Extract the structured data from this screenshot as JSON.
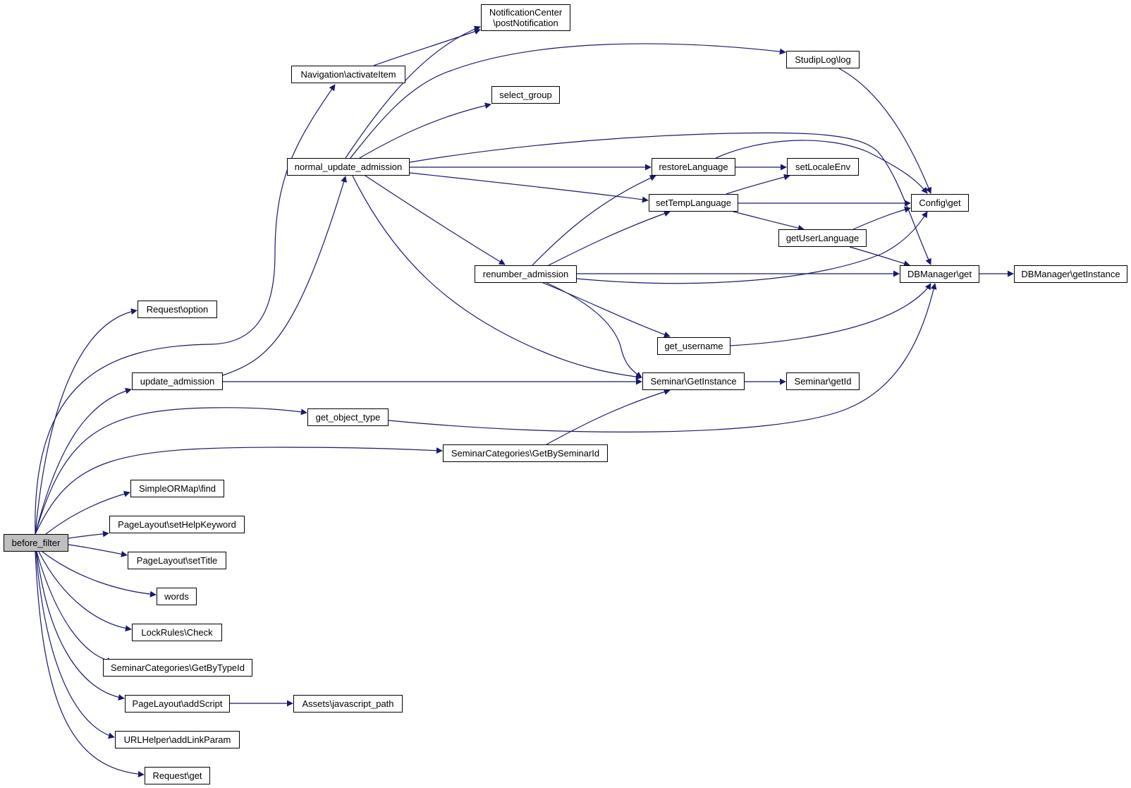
{
  "colors": {
    "edge": "#191970",
    "root_fill": "#bfbfbf",
    "node_fill": "#ffffff",
    "node_border": "#000000"
  },
  "diagram": {
    "type": "call-graph",
    "root": "before_filter",
    "nodes": {
      "before_filter": "before_filter",
      "request_option": "Request\\option",
      "update_admission": "update_admission",
      "simpleormap_find": "SimpleORMap\\find",
      "pagelayout_sethelpkeyword": "PageLayout\\setHelpKeyword",
      "pagelayout_settitle": "PageLayout\\setTitle",
      "words": "words",
      "lockrules_check": "LockRules\\Check",
      "seminarcategories_getbytypeid": "SeminarCategories\\GetByTypeId",
      "pagelayout_addscript": "PageLayout\\addScript",
      "urlhelper_addlinkparam": "URLHelper\\addLinkParam",
      "request_get": "Request\\get",
      "navigation_activateitem": "Navigation\\activateItem",
      "normal_update_admission": "normal_update_admission",
      "get_object_type": "get_object_type",
      "assets_javascript_path": "Assets\\javascript_path",
      "notificationcenter_postnotification": "NotificationCenter\n\\postNotification",
      "select_group": "select_group",
      "renumber_admission": "renumber_admission",
      "seminarcategories_getbyseminarid": "SeminarCategories\\GetBySeminarId",
      "restorelanguage": "restoreLanguage",
      "settemplanguage": "setTempLanguage",
      "get_username": "get_username",
      "seminar_getinstance": "Seminar\\GetInstance",
      "studiplog_log": "StudipLog\\log",
      "setlocaleenv": "setLocaleEnv",
      "getuserlanguage": "getUserLanguage",
      "seminar_getid": "Seminar\\getId",
      "config_get": "Config\\get",
      "dbmanager_get": "DBManager\\get",
      "dbmanager_getinstance": "DBManager\\getInstance"
    },
    "edges": [
      [
        "before_filter",
        "request_option"
      ],
      [
        "before_filter",
        "navigation_activateitem"
      ],
      [
        "before_filter",
        "update_admission"
      ],
      [
        "before_filter",
        "get_object_type"
      ],
      [
        "before_filter",
        "seminarcategories_getbyseminarid"
      ],
      [
        "before_filter",
        "simpleormap_find"
      ],
      [
        "before_filter",
        "pagelayout_sethelpkeyword"
      ],
      [
        "before_filter",
        "pagelayout_settitle"
      ],
      [
        "before_filter",
        "words"
      ],
      [
        "before_filter",
        "lockrules_check"
      ],
      [
        "before_filter",
        "seminarcategories_getbytypeid"
      ],
      [
        "before_filter",
        "pagelayout_addscript"
      ],
      [
        "before_filter",
        "urlhelper_addlinkparam"
      ],
      [
        "before_filter",
        "request_get"
      ],
      [
        "update_admission",
        "normal_update_admission"
      ],
      [
        "update_admission",
        "seminar_getinstance"
      ],
      [
        "navigation_activateitem",
        "notificationcenter_postnotification"
      ],
      [
        "normal_update_admission",
        "notificationcenter_postnotification"
      ],
      [
        "normal_update_admission",
        "studiplog_log"
      ],
      [
        "normal_update_admission",
        "select_group"
      ],
      [
        "normal_update_admission",
        "dbmanager_get"
      ],
      [
        "normal_update_admission",
        "restorelanguage"
      ],
      [
        "normal_update_admission",
        "settemplanguage"
      ],
      [
        "normal_update_admission",
        "renumber_admission"
      ],
      [
        "normal_update_admission",
        "seminar_getinstance"
      ],
      [
        "get_object_type",
        "dbmanager_get"
      ],
      [
        "seminarcategories_getbyseminarid",
        "seminar_getinstance"
      ],
      [
        "pagelayout_addscript",
        "assets_javascript_path"
      ],
      [
        "renumber_admission",
        "restorelanguage"
      ],
      [
        "renumber_admission",
        "settemplanguage"
      ],
      [
        "renumber_admission",
        "dbmanager_get"
      ],
      [
        "renumber_admission",
        "config_get"
      ],
      [
        "renumber_admission",
        "get_username"
      ],
      [
        "renumber_admission",
        "seminar_getinstance"
      ],
      [
        "restorelanguage",
        "setlocaleenv"
      ],
      [
        "restorelanguage",
        "config_get"
      ],
      [
        "settemplanguage",
        "setlocaleenv"
      ],
      [
        "settemplanguage",
        "config_get"
      ],
      [
        "settemplanguage",
        "getuserlanguage"
      ],
      [
        "get_username",
        "dbmanager_get"
      ],
      [
        "seminar_getinstance",
        "seminar_getid"
      ],
      [
        "studiplog_log",
        "config_get"
      ],
      [
        "getuserlanguage",
        "config_get"
      ],
      [
        "getuserlanguage",
        "dbmanager_get"
      ],
      [
        "dbmanager_get",
        "dbmanager_getinstance"
      ]
    ]
  }
}
